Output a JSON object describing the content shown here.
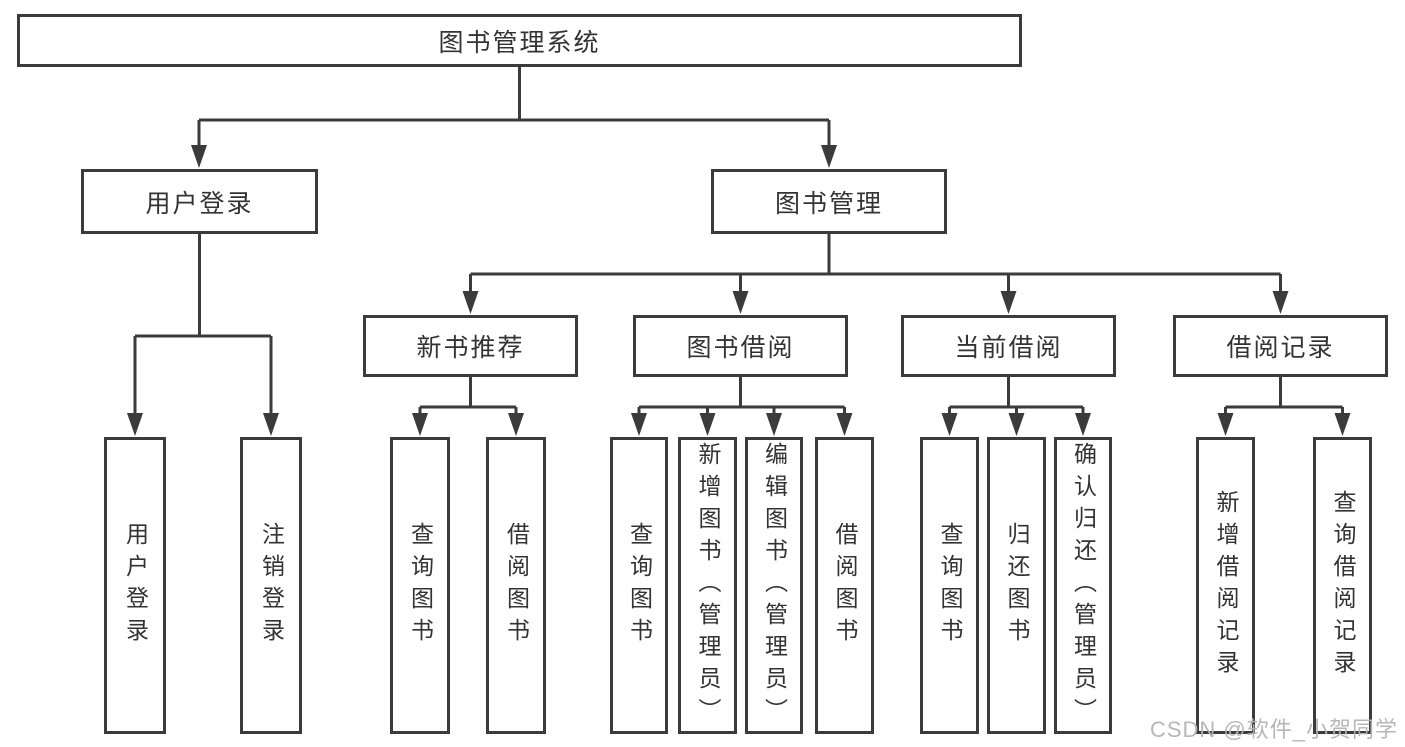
{
  "diagram": {
    "title": "图书管理系统",
    "level2": {
      "user_login": "用户登录",
      "book_management": "图书管理"
    },
    "level3": {
      "new_book_recommend": "新书推荐",
      "book_borrowing": "图书借阅",
      "current_borrowing": "当前借阅",
      "borrowing_records": "借阅记录"
    },
    "leaves": {
      "user_login_group": [
        "用户登录",
        "注销登录"
      ],
      "new_book_group": [
        "查询图书",
        "借阅图书"
      ],
      "book_borrowing_group": [
        "查询图书",
        "新增图书（管理员）",
        "编辑图书（管理员）",
        "借阅图书"
      ],
      "current_borrowing_group": [
        "查询图书",
        "归还图书",
        "确认归还（管理员）"
      ],
      "borrowing_records_group": [
        "新增借阅记录",
        "查询借阅记录"
      ]
    },
    "watermark": "CSDN @软件_小贺同学",
    "colors": {
      "line": "#3b3b3b",
      "box_fill": "#ffffff",
      "text": "#333333",
      "watermark": "#b4b4b4"
    }
  }
}
